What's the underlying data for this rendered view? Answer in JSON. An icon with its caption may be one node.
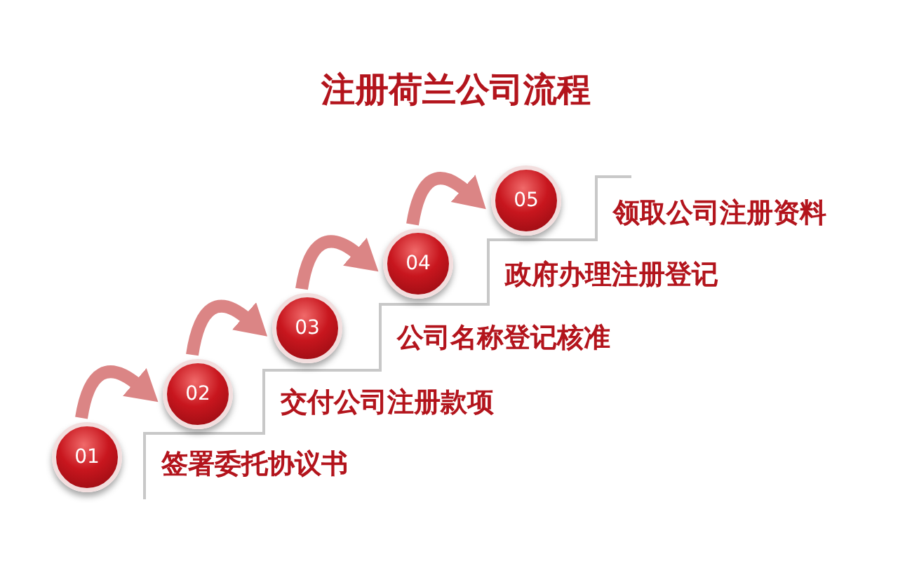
{
  "diagram": {
    "title": "注册荷兰公司流程",
    "nodes": [
      {
        "text": [
          "01"
        ]
      },
      {
        "text": [
          "02"
        ]
      },
      {
        "text": [
          "03"
        ]
      },
      {
        "text": [
          "04"
        ]
      },
      {
        "text": [
          "05"
        ]
      }
    ],
    "edges": [
      {
        "from": 0,
        "to": 1,
        "arrow": "to"
      },
      {
        "from": 1,
        "to": 2,
        "arrow": "to"
      },
      {
        "from": 2,
        "to": 3,
        "arrow": "to"
      },
      {
        "from": 3,
        "to": 4,
        "arrow": "to"
      }
    ],
    "labels": [
      "领取公司注册资料",
      "政府办理注册登记",
      "公司名称登记核准",
      "交付公司注册款项",
      "签署委托协议书"
    ]
  }
}
